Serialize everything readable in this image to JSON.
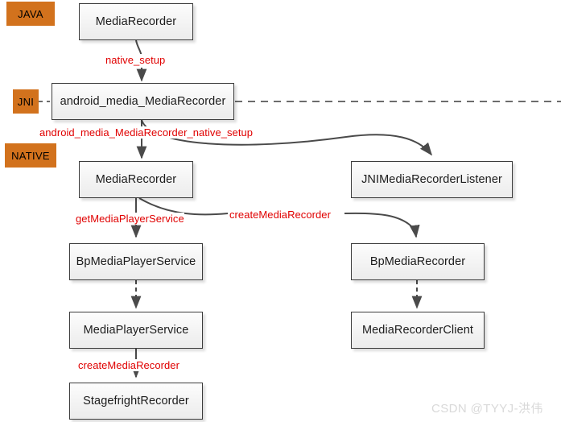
{
  "diagram": {
    "title": "Android MediaRecorder native_setup call flow",
    "background": "#ffffff",
    "zone_color": "#d2721d",
    "label_color": "#e00000",
    "node_border": "#3c3c3c",
    "zones": [
      {
        "id": "java",
        "label": "JAVA"
      },
      {
        "id": "jni",
        "label": "JNI"
      },
      {
        "id": "native",
        "label": "NATIVE"
      }
    ],
    "nodes": [
      {
        "id": "java-mediarecorder",
        "label": "MediaRecorder"
      },
      {
        "id": "jni-mediarecorder",
        "label": "android_media_MediaRecorder"
      },
      {
        "id": "native-mediarecorder",
        "label": "MediaRecorder"
      },
      {
        "id": "jni-listener",
        "label": "JNIMediaRecorderListener"
      },
      {
        "id": "bpmediaplayerservice",
        "label": "BpMediaPlayerService"
      },
      {
        "id": "bpmediarecorder",
        "label": "BpMediaRecorder"
      },
      {
        "id": "mediaplayerservice",
        "label": "MediaPlayerService"
      },
      {
        "id": "mediarecorderclient",
        "label": "MediaRecorderClient"
      },
      {
        "id": "stagefrightrecorder",
        "label": "StagefrightRecorder"
      }
    ],
    "edge_labels": [
      {
        "id": "native-setup",
        "label": "native_setup"
      },
      {
        "id": "jni-native-setup",
        "label": "android_media_MediaRecorder_native_setup"
      },
      {
        "id": "get-mediaplayerservice",
        "label": "getMediaPlayerService"
      },
      {
        "id": "create-mediarecorder-1",
        "label": "createMediaRecorder"
      },
      {
        "id": "create-mediarecorder-2",
        "label": "createMediaRecorder"
      }
    ],
    "watermark": "CSDN @TYYJ-洪伟"
  }
}
